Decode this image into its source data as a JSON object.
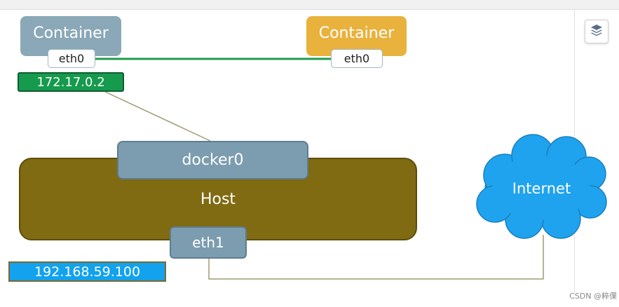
{
  "containers": [
    {
      "label": "Container",
      "interface": "eth0",
      "color": "#8aa8b7"
    },
    {
      "label": "Container",
      "interface": "eth0",
      "color": "#e9b23d"
    }
  ],
  "container_ip": "172.17.0.2",
  "bridge": {
    "label": "docker0"
  },
  "host": {
    "label": "Host",
    "interface": "eth1",
    "ip": "192.168.59.100"
  },
  "internet": {
    "label": "Internet"
  },
  "watermark": "CSDN @粹倮",
  "toolbar": {
    "icon": "layers-icon"
  },
  "colors": {
    "link_green": "#1f9a4c",
    "link_gray": "#a09a72",
    "host_fill": "#806a12",
    "cloud_fill": "#1fa3ee",
    "ip_green": "#169a4d",
    "ip_blue": "#12a2ee"
  }
}
